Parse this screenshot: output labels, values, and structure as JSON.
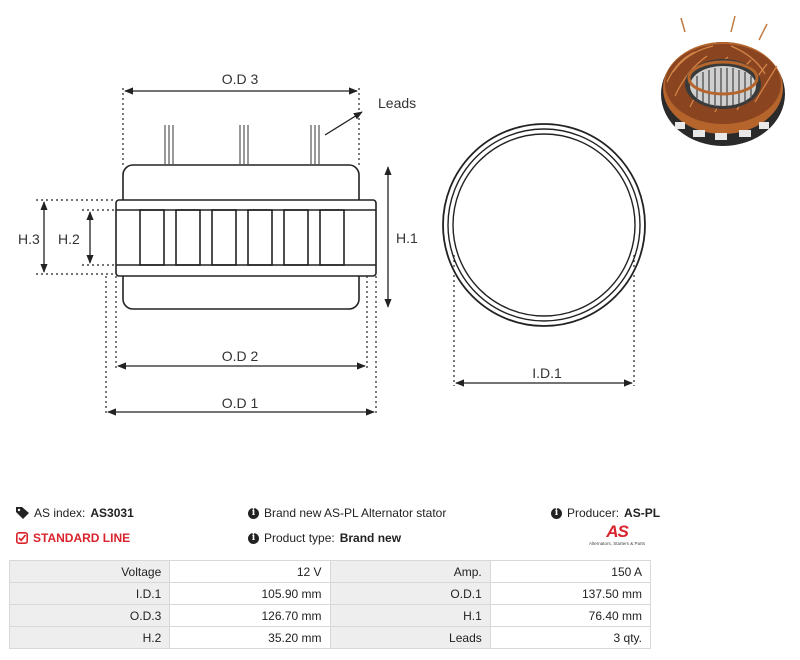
{
  "drawing": {
    "labels": {
      "od3": "O.D 3",
      "leads": "Leads",
      "h3": "H.3",
      "h2": "H.2",
      "h1": "H.1",
      "od2": "O.D 2",
      "od1": "O.D 1",
      "id1": "I.D.1"
    }
  },
  "info": {
    "as_index_label": "AS index:",
    "as_index_value": "AS3031",
    "description": "Brand new AS-PL Alternator stator",
    "producer_label": "Producer:",
    "producer_value": "AS-PL",
    "line": "STANDARD LINE",
    "product_type_label": "Product type:",
    "product_type_value": "Brand new",
    "logo_mark": "AS",
    "logo_sub": "Alternators, Starters & Parts"
  },
  "specs": [
    [
      {
        "label": "Voltage",
        "value": "12 V"
      },
      {
        "label": "Amp.",
        "value": "150 A"
      }
    ],
    [
      {
        "label": "I.D.1",
        "value": "105.90 mm"
      },
      {
        "label": "O.D.1",
        "value": "137.50 mm"
      }
    ],
    [
      {
        "label": "O.D.3",
        "value": "126.70 mm"
      },
      {
        "label": "H.1",
        "value": "76.40 mm"
      }
    ],
    [
      {
        "label": "H.2",
        "value": "35.20 mm"
      },
      {
        "label": "Leads",
        "value": "3 qty."
      }
    ]
  ],
  "colors": {
    "accent": "#d9232d",
    "label_bg": "#eeeeee",
    "border": "#d8d8d8"
  }
}
